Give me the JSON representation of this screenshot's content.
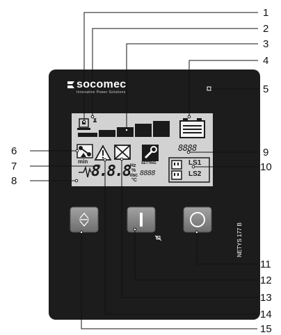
{
  "device": {
    "brand": "socomec",
    "tagline": "Innovative Power Solutions",
    "model": "NETYS 177 B"
  },
  "lcd": {
    "units": {
      "hz": "Hz",
      "percent": "%",
      "vac": "Vac",
      "celsius": "°C"
    },
    "min_label": "min",
    "setting_label": "SETTING",
    "digits_main": "8.8.8",
    "digits_small": "8888",
    "digits_top_right": "8888",
    "outlets": [
      {
        "label": "LS1"
      },
      {
        "label": "LS2"
      }
    ]
  },
  "callouts": [
    "1",
    "2",
    "3",
    "4",
    "5",
    "6",
    "7",
    "8",
    "9",
    "10",
    "11",
    "12",
    "13",
    "14",
    "15"
  ],
  "colors": {
    "panel": "#1c1c1c",
    "lcd": "#d2d2d2",
    "button": "#8c8c8c",
    "leader": "#111111"
  }
}
